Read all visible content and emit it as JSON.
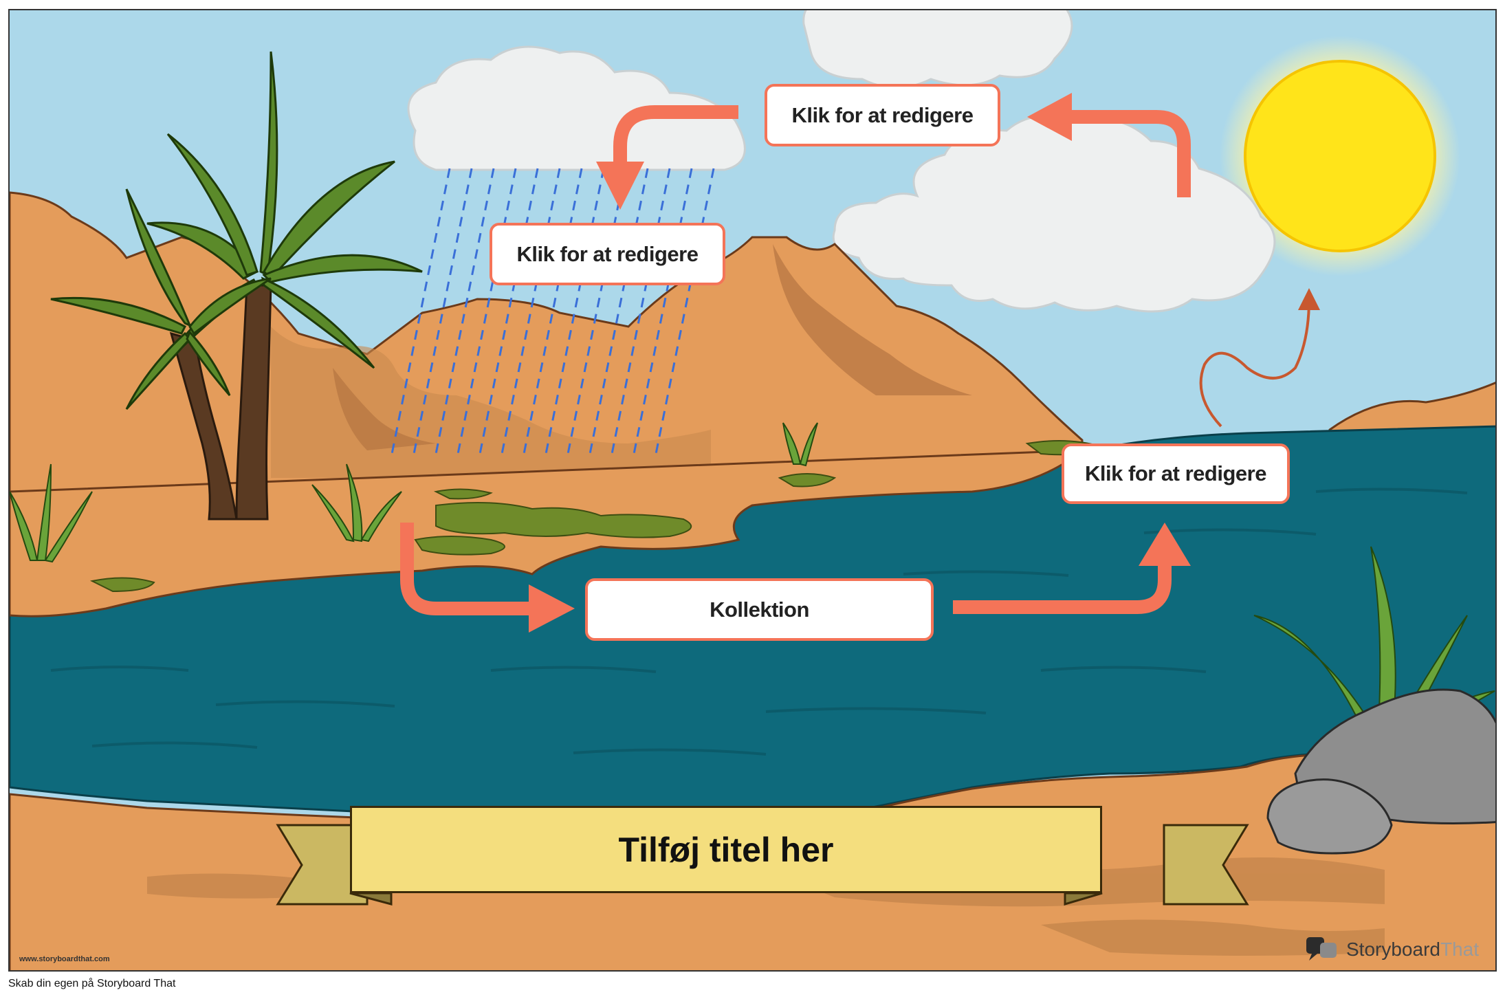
{
  "diagram": {
    "labels": {
      "top_center": "Klik for at redigere",
      "rain_cloud": "Klik for at redigere",
      "right_water": "Klik for at redigere",
      "collection": "Kollektion"
    },
    "title_banner": "Tilføj titel her"
  },
  "branding": {
    "watermark_url": "www.storyboardthat.com",
    "brand_name_dark": "Storyboard",
    "brand_name_light": "That",
    "footer": "Skab din egen på Storyboard That"
  },
  "colors": {
    "sky": "#acd8ea",
    "sand": "#e59f5f",
    "water": "#0e6a7c",
    "arrow": "#f47458",
    "banner": "#f4de7e",
    "sun": "#ffe41a"
  },
  "icons": [
    "sun-icon",
    "palm-tree-icon",
    "cloud-icon",
    "rain-icon",
    "rock-icon",
    "arrow-icon",
    "speech-bubble-icon"
  ]
}
